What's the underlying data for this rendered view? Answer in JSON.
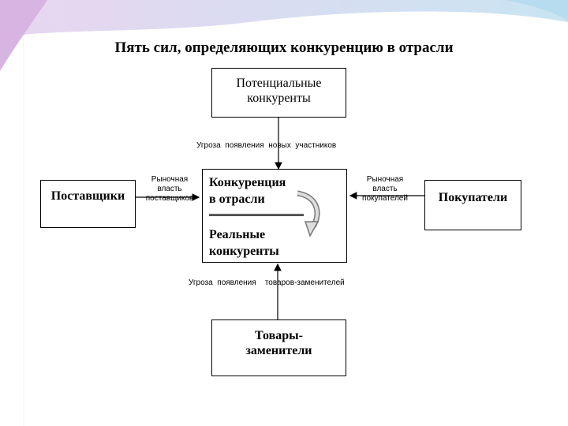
{
  "title": "Пять сил, определяющих конкуренцию в отрасли",
  "nodes": {
    "potential": {
      "line1": "Потенциальные",
      "line2": "конкуренты"
    },
    "suppliers": {
      "label": "Поставщики"
    },
    "buyers": {
      "label": "Покупатели"
    },
    "center": {
      "line1": "Конкуренция",
      "line2": "в отрасли",
      "line3": "Реальные",
      "line4": "конкуренты"
    },
    "substitutes": {
      "line1": "Товары-",
      "line2": "заменители"
    }
  },
  "edges": {
    "new_entrants": {
      "part1": "Угроза",
      "part2": "появления",
      "part3": "новых",
      "part4": "участников"
    },
    "supplier_power": {
      "line1": "Рыночная",
      "line2": "власть",
      "line3": "поставщиков"
    },
    "buyer_power": {
      "line1": "Рыночная",
      "line2": "власть",
      "line3": "покупателей"
    },
    "substitutes_threat": {
      "part1": "Угроза",
      "part2": "появления",
      "part3": "товаров-заменителей"
    }
  }
}
